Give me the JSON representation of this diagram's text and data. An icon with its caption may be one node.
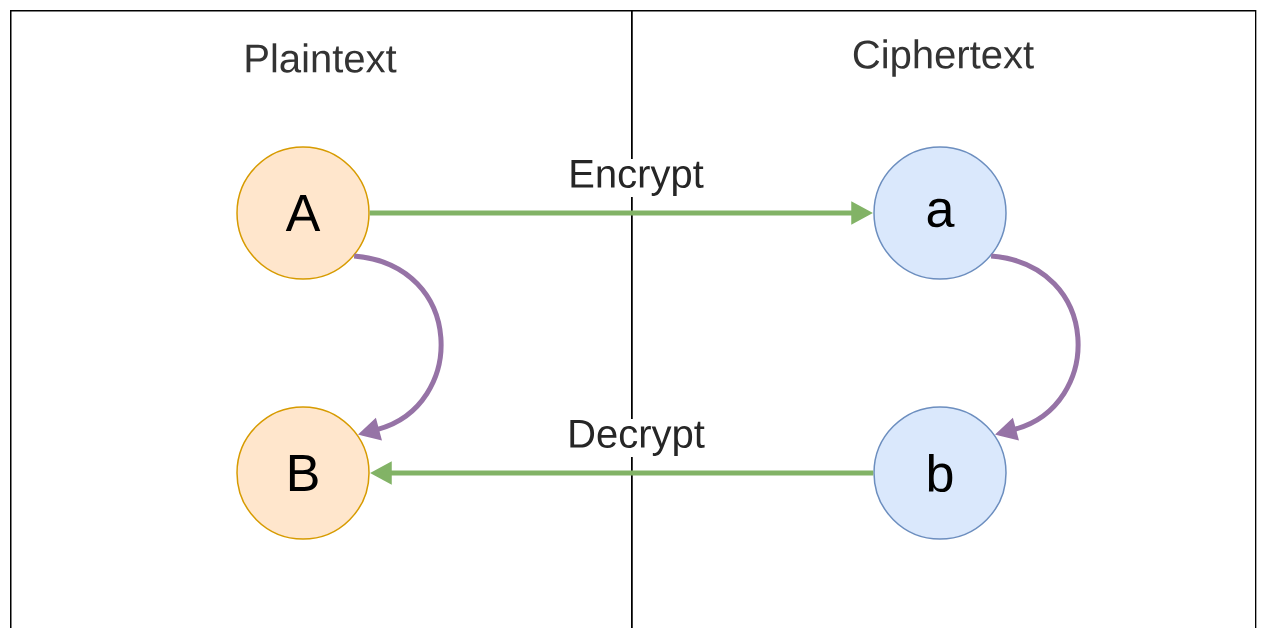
{
  "diagram": {
    "nodes": [
      {
        "text": [
          "Plaintext"
        ]
      },
      {
        "text": [
          "Ciphertext"
        ]
      },
      {
        "text": [
          "A"
        ],
        "in": 0
      },
      {
        "text": [
          "B"
        ],
        "in": 0
      },
      {
        "text": [
          "a"
        ],
        "in": 1
      },
      {
        "text": [
          "b"
        ],
        "in": 1
      }
    ],
    "edges": [
      {
        "from": 2,
        "to": 4,
        "arrow": "to",
        "label": "Encrypt",
        "color": "#82b366"
      },
      {
        "from": 5,
        "to": 3,
        "arrow": "to",
        "label": "Decrypt",
        "color": "#82b366"
      },
      {
        "from": 2,
        "to": 3,
        "arrow": "to",
        "color": "#9673a6"
      },
      {
        "from": 4,
        "to": 5,
        "arrow": "to",
        "color": "#9673a6"
      }
    ]
  }
}
